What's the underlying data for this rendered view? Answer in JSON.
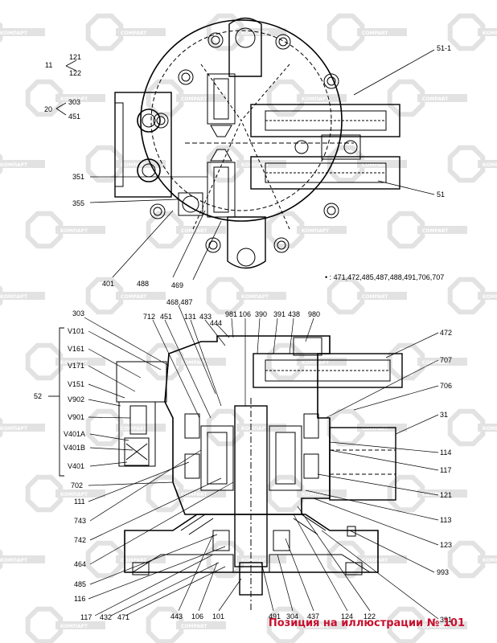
{
  "watermark": {
    "text": "КОМПАРТ",
    "brand": "COMPART",
    "color": "#e2e2e2"
  },
  "top_view": {
    "labels": [
      "11",
      "121",
      "122",
      "20",
      "303",
      "451",
      "351",
      "355",
      "401",
      "488",
      "469",
      "51-1",
      "51"
    ],
    "note": "• : 471,472,485,487,488,491,706,707"
  },
  "section_view": {
    "group_label": "52",
    "left_labels": [
      "303",
      "V101",
      "V161",
      "V171",
      "V151",
      "V902",
      "V901",
      "V401A",
      "V401B",
      "V401",
      "702",
      "111",
      "743",
      "742",
      "464",
      "485",
      "116",
      "117"
    ],
    "top_labels": [
      "468,487",
      "712",
      "451",
      "131",
      "433",
      "444",
      "981",
      "106",
      "390",
      "391",
      "438",
      "980"
    ],
    "right_labels": [
      "472",
      "707",
      "706",
      "31",
      "114",
      "117",
      "121",
      "113",
      "123",
      "993",
      "391"
    ],
    "bottom_labels": [
      "432",
      "471",
      "443",
      "106",
      "101",
      "491",
      "304",
      "437",
      "124",
      "122"
    ]
  },
  "footer": {
    "caption": "Позиция на иллюстрации № 101",
    "color": "#c8102e"
  }
}
